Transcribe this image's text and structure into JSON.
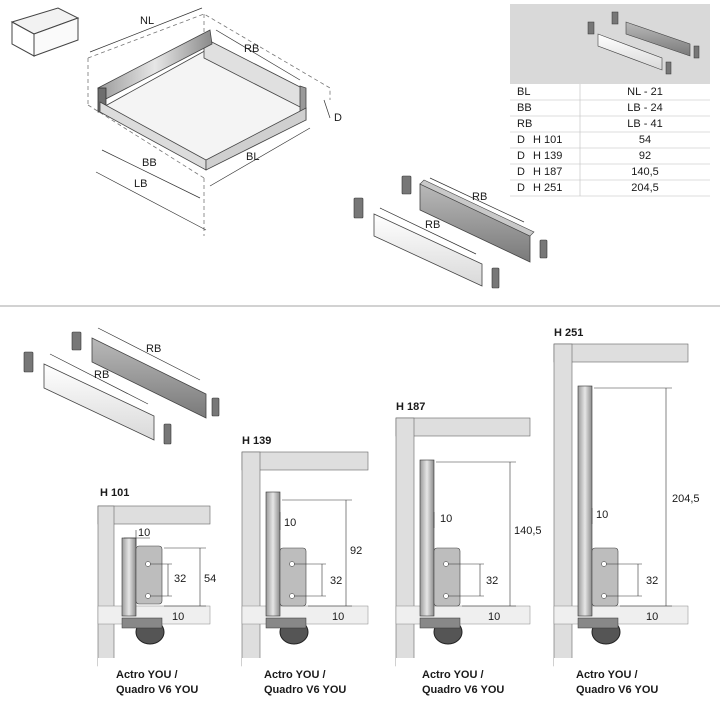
{
  "top_diagram": {
    "labels": {
      "nl": "NL",
      "rb_top": "RB",
      "d": "D",
      "bb": "BB",
      "bl": "BL",
      "lb": "LB"
    },
    "panel_labels": {
      "rb_back": "RB",
      "rb_front": "RB"
    }
  },
  "spec_table": {
    "rows": [
      {
        "key": "BL",
        "value": "NL - 21"
      },
      {
        "key": "BB",
        "value": "LB - 24"
      },
      {
        "key": "RB",
        "value": "LB - 41"
      },
      {
        "key": "D",
        "height": "H 101",
        "value": "54"
      },
      {
        "key": "D",
        "height": "H 139",
        "value": "92"
      },
      {
        "key": "D",
        "height": "H 187",
        "value": "140,5"
      },
      {
        "key": "D",
        "height": "H 251",
        "value": "204,5"
      }
    ]
  },
  "bottom_left_panels": {
    "rb_back": "RB",
    "rb_front": "RB"
  },
  "profiles": [
    {
      "title": "H 101",
      "d": "54",
      "d10": "10",
      "d32": "32",
      "d10b": "10",
      "caption1": "Actro YOU /",
      "caption2": "Quadro V6 YOU"
    },
    {
      "title": "H 139",
      "d": "92",
      "d10": "10",
      "d32": "32",
      "d10b": "10",
      "caption1": "Actro YOU /",
      "caption2": "Quadro V6 YOU"
    },
    {
      "title": "H 187",
      "d": "140,5",
      "d10": "10",
      "d32": "32",
      "d10b": "10",
      "caption1": "Actro YOU /",
      "caption2": "Quadro V6 YOU"
    },
    {
      "title": "H 251",
      "d": "204,5",
      "d10": "10",
      "d32": "32",
      "d10b": "10",
      "caption1": "Actro YOU /",
      "caption2": "Quadro V6 YOU"
    }
  ]
}
